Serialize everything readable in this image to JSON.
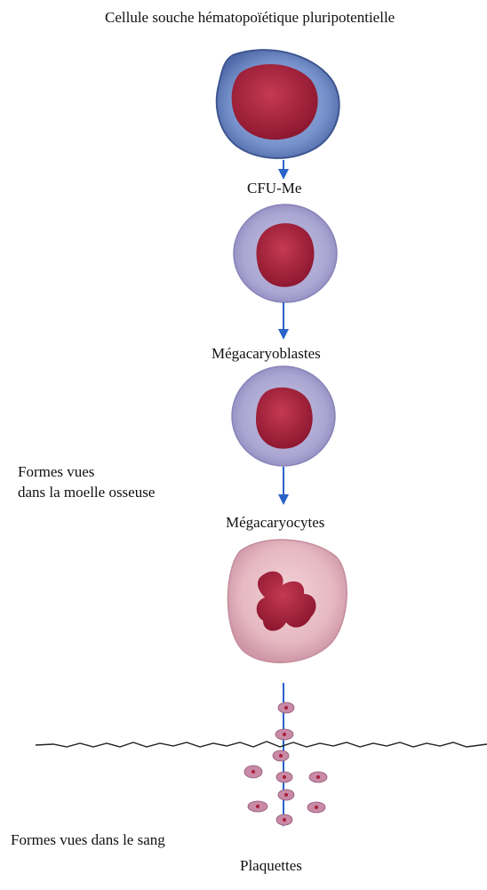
{
  "title": "Cellule souche hématopoïétique pluripotentielle",
  "stages": [
    {
      "label": "CFU-Me"
    },
    {
      "label": "Mégacaryoblastes"
    },
    {
      "label": "Mégacaryocytes"
    },
    {
      "label": "Plaquettes"
    }
  ],
  "side_labels": {
    "marrow_line1": "Formes vues",
    "marrow_line2": "dans la moelle osseuse",
    "blood": "Formes vues  dans le sang"
  },
  "colors": {
    "arrow": "#2a62c9",
    "nucleus": "#a8203a",
    "stem_cytoplasm": "#6f8fc8",
    "blast_cytoplasm": "#a9a6d2",
    "megakaryocyte_cytoplasm": "#e6b8c2",
    "platelet": "#c98aa6"
  }
}
